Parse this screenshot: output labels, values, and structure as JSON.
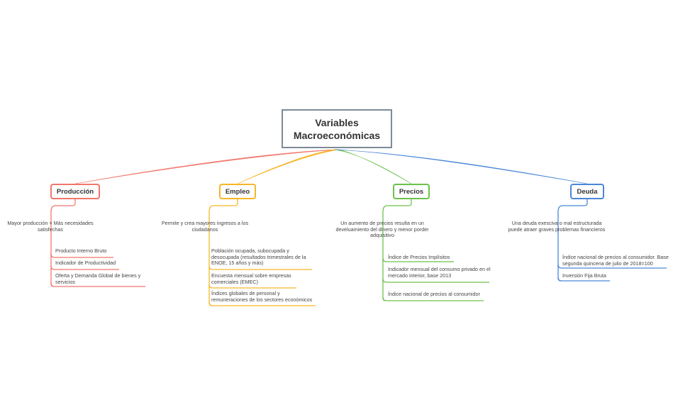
{
  "root": {
    "title": "Variables\nMacroeconómicas"
  },
  "branches": [
    {
      "id": "produccion",
      "label": "Producción",
      "color": "#f0766a",
      "description": "Mayor producción = Más necesidades satisfechas",
      "items": [
        "Producto Interno Bruto",
        "Indicador de Productividad",
        "Oferta y Demanda Global de bienes y servicios"
      ]
    },
    {
      "id": "empleo",
      "label": "Empleo",
      "color": "#f6b628",
      "description": "Permite y crea mayores ingresos a los ciudadanos",
      "items": [
        "Población ocupada, subocupada y desocupada (resultados trimestrales de la ENOE, 15 años y más)",
        "Encuesta mensual sobre empresas comerciales (EMEC)",
        "Índices globales de personal y remuneraciones de los sectores económicos"
      ]
    },
    {
      "id": "precios",
      "label": "Precios",
      "color": "#6cc24a",
      "description": "Un aumento de precios resulta en un develuamiento del dinero y menor porder adquisitivo",
      "items": [
        "Índice de Precios Implísitos",
        "Indicador mensual del consumo privado en el mercado interior, base 2013",
        "Índice nacional de precios al consumidor"
      ]
    },
    {
      "id": "deuda",
      "label": "Deuda",
      "color": "#4a86d8",
      "description": "Una deuda exesciva o mal estructurada puede atraer graves problemas financieros",
      "items": [
        "Índice nacional de precios al consumidor. Base segunda quincena de julio de 2018=100",
        "Inversión Fija Bruta"
      ]
    }
  ]
}
